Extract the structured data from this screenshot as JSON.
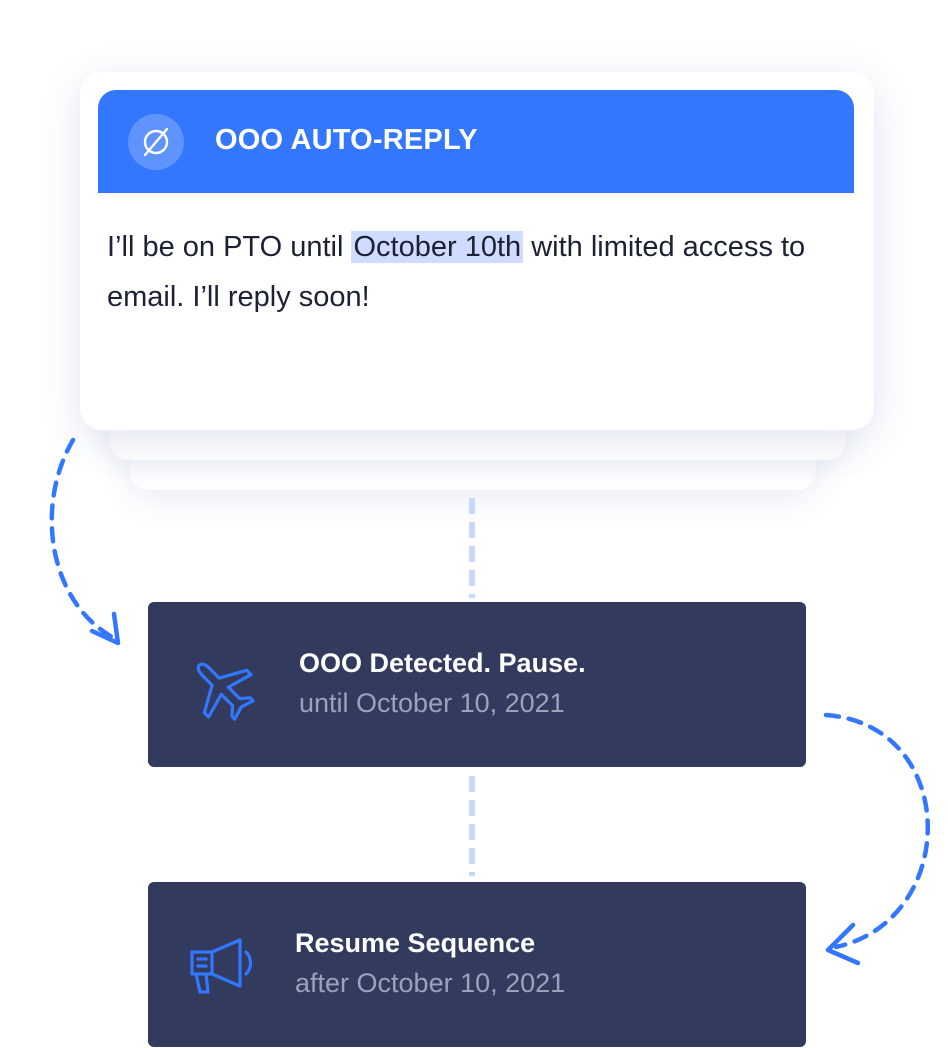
{
  "card": {
    "icon": "empty-set-icon",
    "title": "OOO AUTO-REPLY",
    "message_before": "I’ll be on PTO until ",
    "message_highlight": "October 10th",
    "message_after": " with limited access to email. I’ll reply soon!"
  },
  "steps": [
    {
      "icon": "airplane-icon",
      "title": "OOO Detected. Pause.",
      "subtitle": "until October 10, 2021"
    },
    {
      "icon": "megaphone-icon",
      "title": "Resume Sequence",
      "subtitle": "after October 10, 2021"
    }
  ],
  "colors": {
    "accent": "#3377ff",
    "step_background": "#323b5e",
    "highlight": "#cfdcff",
    "connector": "#c7d8fb",
    "subtitle": "#9ba3bb"
  }
}
